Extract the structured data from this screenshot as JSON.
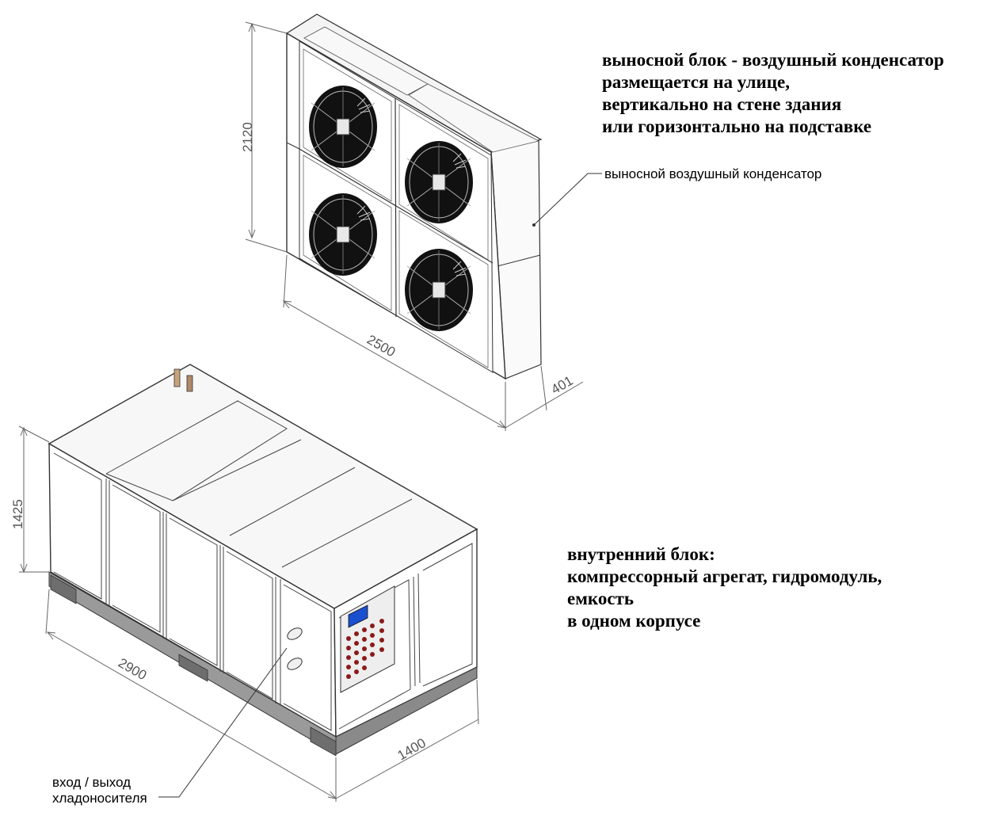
{
  "outdoor_note": {
    "lines": [
      "выносной блок - воздушный конденсатор",
      "размещается на улице,",
      "вертикально на стене здания",
      "или горизонтально на подставке"
    ]
  },
  "indoor_note": {
    "lines": [
      "внутренний блок:",
      "компрессорный агрегат, гидромодуль,",
      "емкость",
      "в одном корпусе"
    ]
  },
  "labels": {
    "condenser": "выносной воздушный конденсатор",
    "io_line1": "вход / выход",
    "io_line2": "хладоносителя"
  },
  "dimensions": {
    "condenser_height": "2120",
    "condenser_width": "2500",
    "condenser_depth": "401",
    "unit_height": "1425",
    "unit_length": "2900",
    "unit_width": "1400"
  }
}
